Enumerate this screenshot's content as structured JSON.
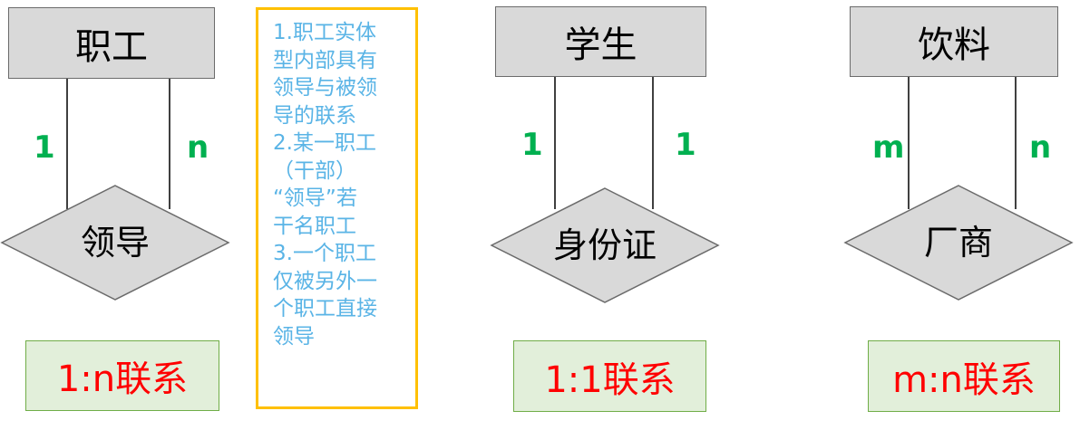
{
  "diagrams": [
    {
      "entity": "职工",
      "relationship": "领导",
      "left_cardinality": "1",
      "right_cardinality": "n",
      "relation_type": "1:n联系"
    },
    {
      "entity": "学生",
      "relationship": "身份证",
      "left_cardinality": "1",
      "right_cardinality": "1",
      "relation_type": "1:1联系"
    },
    {
      "entity": "饮料",
      "relationship": "厂商",
      "left_cardinality": "m",
      "right_cardinality": "n",
      "relation_type": "m:n联系"
    }
  ],
  "note": {
    "lines": [
      "1.职工实体",
      "型内部具有",
      "领导与被领",
      "导的联系",
      "2.某一职工",
      "（干部）",
      "“领导”若",
      "干名职工",
      "3.一个职工",
      "仅被另外一",
      "个职工直接",
      "领导"
    ]
  },
  "colors": {
    "entity_fill": "#d9d9d9",
    "diamond_fill": "#d9d9d9",
    "cardinality": "#00b050",
    "relation_type_text": "#ff0000",
    "relation_type_fill": "#e2efda",
    "note_border": "#ffc000",
    "note_text": "#5ab4e6"
  }
}
